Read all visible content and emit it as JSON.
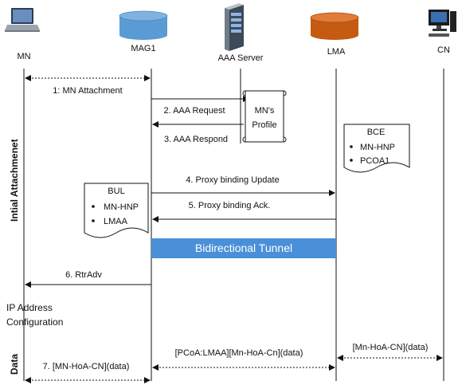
{
  "entities": {
    "mn": "MN",
    "mag1": "MAG1",
    "aaa": "AAA Server",
    "lma": "LMA",
    "cn": "CN"
  },
  "side_labels": {
    "initial": "Intial Attachmenet",
    "data": "Data"
  },
  "messages": {
    "m1": "1: MN Attachment",
    "m2": "2. AAA Request",
    "m3": "3. AAA Respond",
    "m4": "4. Proxy binding Update",
    "m5": "5. Proxy binding Ack.",
    "m6": "6. RtrAdv",
    "m7": "7. [MN-HoA-CN](data)",
    "m8": "[PCoA:LMAA][Mn-HoA-Cn](data)",
    "m9": "[Mn-HoA-CN](data)"
  },
  "profile": {
    "line1": "MN's",
    "line2": "Profile"
  },
  "bce": {
    "title": "BCE",
    "items": [
      "MN-HNP",
      "PCOA1"
    ]
  },
  "bul": {
    "title": "BUL",
    "items": [
      "MN-HNP",
      "LMAA"
    ]
  },
  "tunnel_label": "Bidirectional Tunnel",
  "ip_config": {
    "line1": "IP Address",
    "line2": "Configuration"
  },
  "colors": {
    "mag_cylinder": "#5b9bd5",
    "lma_cylinder": "#c55a11",
    "tunnel": "#4a90d9"
  }
}
